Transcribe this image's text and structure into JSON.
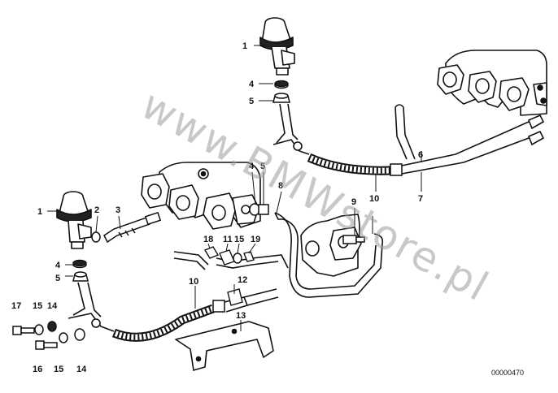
{
  "watermark": "www.BMWstore.pl",
  "reference_number": "00000470",
  "callouts": [
    {
      "id": "c1a",
      "text": "1"
    },
    {
      "id": "c4a",
      "text": "4"
    },
    {
      "id": "c5a",
      "text": "5"
    },
    {
      "id": "c6",
      "text": "6"
    },
    {
      "id": "c7",
      "text": "7"
    },
    {
      "id": "c10a",
      "text": "10"
    },
    {
      "id": "c4b",
      "text": "4"
    },
    {
      "id": "c5b",
      "text": "5"
    },
    {
      "id": "c8",
      "text": "8"
    },
    {
      "id": "c9",
      "text": "9"
    },
    {
      "id": "c1b",
      "text": "1"
    },
    {
      "id": "c2",
      "text": "2"
    },
    {
      "id": "c3",
      "text": "3"
    },
    {
      "id": "c18",
      "text": "18"
    },
    {
      "id": "c11",
      "text": "11"
    },
    {
      "id": "c15a",
      "text": "15"
    },
    {
      "id": "c19",
      "text": "19"
    },
    {
      "id": "c4c",
      "text": "4"
    },
    {
      "id": "c5c",
      "text": "5"
    },
    {
      "id": "c10b",
      "text": "10"
    },
    {
      "id": "c12",
      "text": "12"
    },
    {
      "id": "c13",
      "text": "13"
    },
    {
      "id": "c17",
      "text": "17"
    },
    {
      "id": "c15b",
      "text": "15"
    },
    {
      "id": "c14a",
      "text": "14"
    },
    {
      "id": "c16",
      "text": "16"
    },
    {
      "id": "c15c",
      "text": "15"
    },
    {
      "id": "c14b",
      "text": "14"
    }
  ]
}
